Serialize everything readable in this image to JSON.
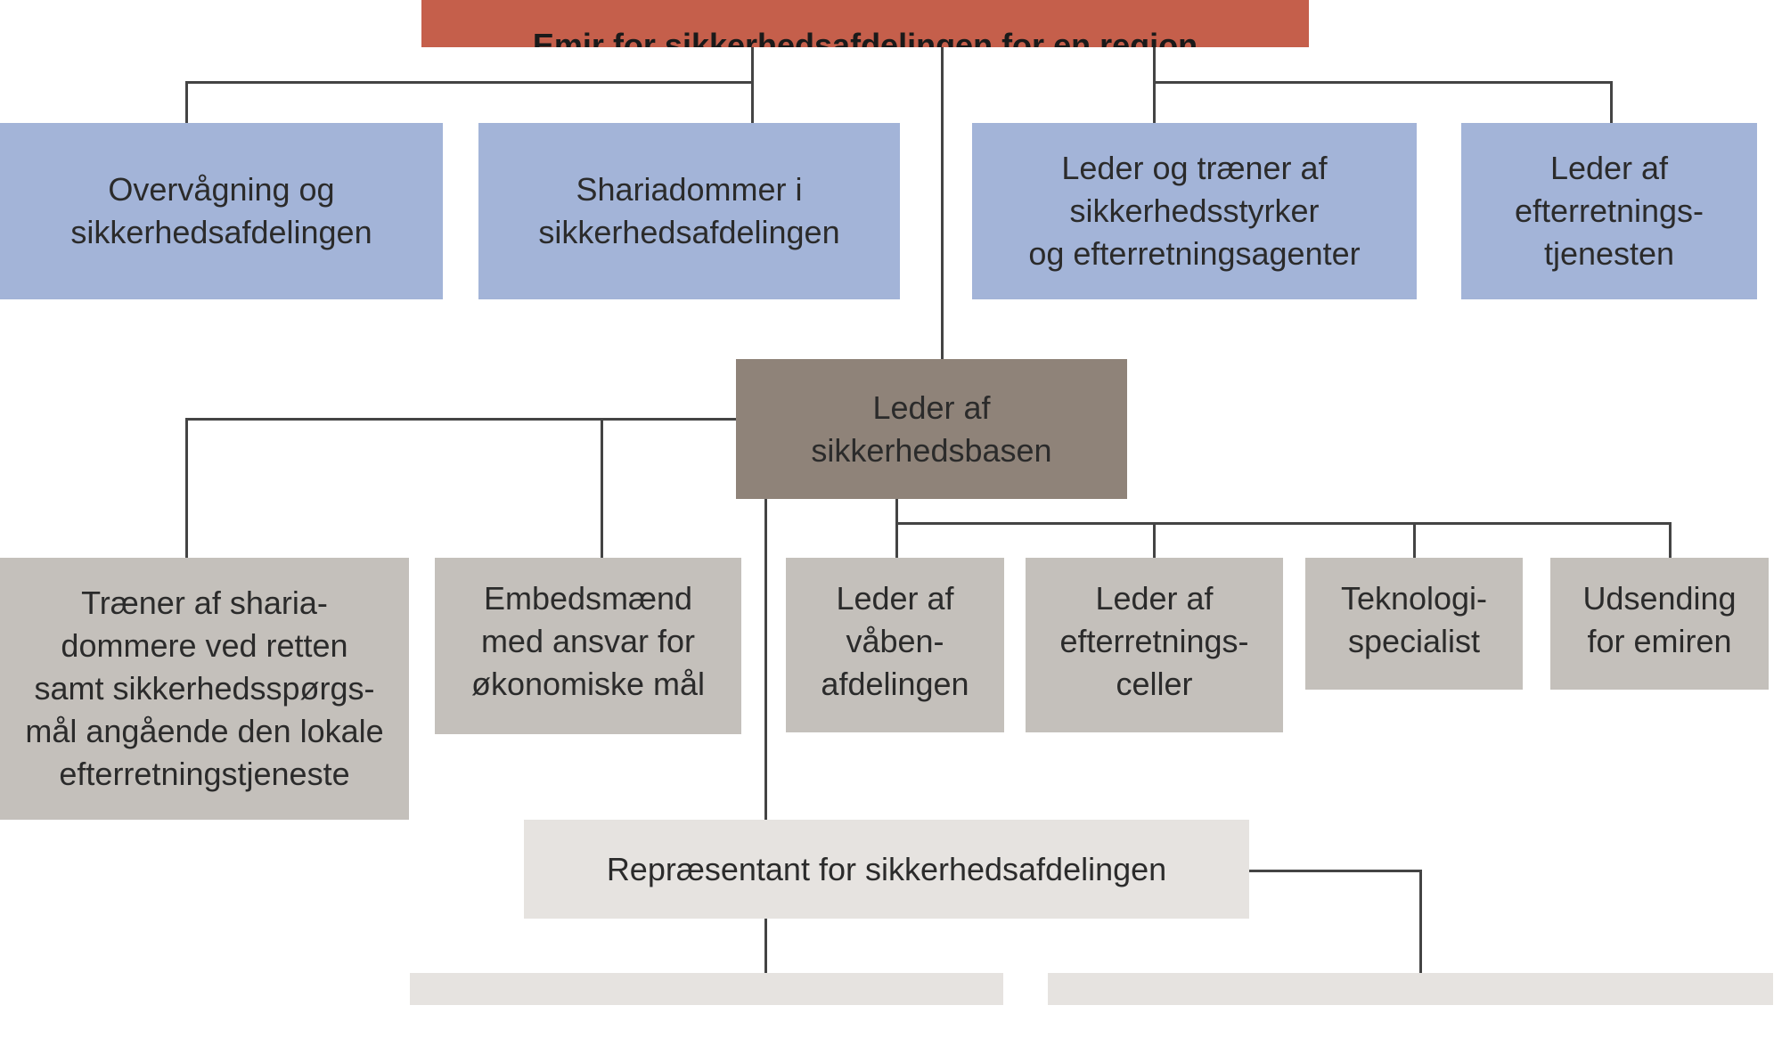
{
  "title": "Emir for sikkerhedsafdelingen for en region",
  "level1": [
    "Overvågning og\nsikkerhedsafdelingen",
    "Shariadommer i\nsikkerhedsafdelingen",
    "Leder og træner af\nsikkerhedsstyrker\nog efterretningsagenter",
    "Leder af\nefterretnings-\ntjenesten"
  ],
  "base": "Leder af\nsikkerhedsbasen",
  "level2": [
    "Træner af sharia-\ndommere ved retten\nsamt sikkerhedsspørgs-\nmål angående den lokale\nefterretningstjeneste",
    "Embedsmænd\nmed ansvar for\nøkonomiske mål",
    "Leder af\nvåben-\nafdelingen",
    "Leder af\nefterretnings-\nceller",
    "Teknologi-\nspecialist",
    "Udsending\nfor emiren"
  ],
  "representative": "Repræsentant for sikkerhedsafdelingen"
}
